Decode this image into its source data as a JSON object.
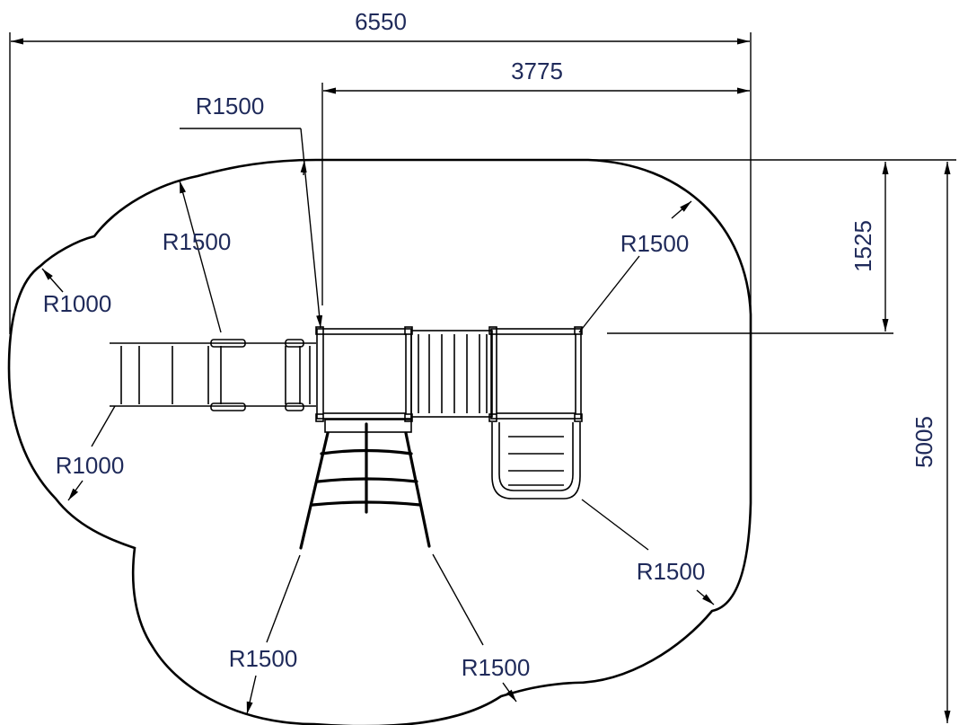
{
  "colors": {
    "line": "#000000",
    "label": "#1f2a5a"
  },
  "dimensions": {
    "overall_width": "6550",
    "partial_width": "3775",
    "top_offset": "1525",
    "overall_depth": "5005"
  },
  "radii": {
    "top_corner": "R1500",
    "top_left_arc": "R1500",
    "left_upper_lobe": "R1000",
    "top_right_corner": "R1500",
    "left_lower_lobe": "R1000",
    "right_lower_arc": "R1500",
    "bottom_left_arc": "R1500",
    "bottom_mid_arc": "R1500"
  }
}
